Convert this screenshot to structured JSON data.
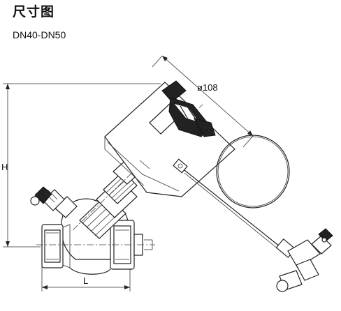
{
  "header": {
    "title": "尺寸图",
    "subtitle": "DN40-DN50"
  },
  "dimensions": {
    "diameter": "ø108",
    "height": "H",
    "length": "L"
  }
}
